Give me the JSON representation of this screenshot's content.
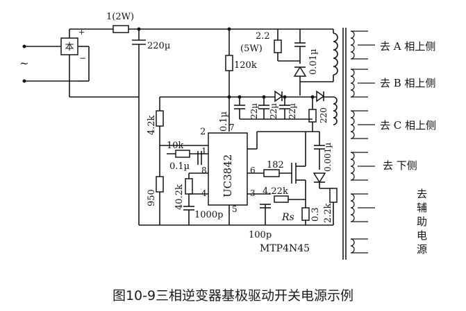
{
  "figure": {
    "caption": "图10-9三相逆变器基极驱动开关电源示例"
  },
  "labels": {
    "r_input": "1(2W)",
    "c_input": "220µ",
    "r_startup": "120k",
    "r_snubber_value": "2.2",
    "r_snubber_power": "(5W)",
    "c_snubber": "0.01µ",
    "r_left": "4.2k",
    "c_decoupling": "0.1µ",
    "c_out1": "22µ",
    "c_out2": "22µ",
    "c_out3": "22µ",
    "r_load": "220",
    "ic_name": "UC3842",
    "r_feedback": "10k",
    "c_comp": "0.1µ",
    "r_divider": "950",
    "r_timing": "40.2k",
    "c_timing": "1000p",
    "c_bottom": "100p",
    "r_gate": "182",
    "r_sense_filter": "4.22k",
    "r_sense": "Rs",
    "r_sense_value": "0.3",
    "r_gate_pull": "2.2k",
    "c_drain": "0.001µ",
    "mosfet": "MTP4N45",
    "ac_symbol": "~",
    "pin_1": "1",
    "pin_2": "2",
    "pin_3": "3",
    "pin_4": "4",
    "pin_5": "5",
    "pin_6": "6",
    "pin_7": "7",
    "pin_8": "8",
    "out_a": "去 A 相上侧",
    "out_b": "去 B 相上侧",
    "out_c": "去 C 相上侧",
    "out_lower": "去 下侧",
    "out_aux": [
      "去",
      "辅",
      "助",
      "电",
      "源"
    ]
  }
}
